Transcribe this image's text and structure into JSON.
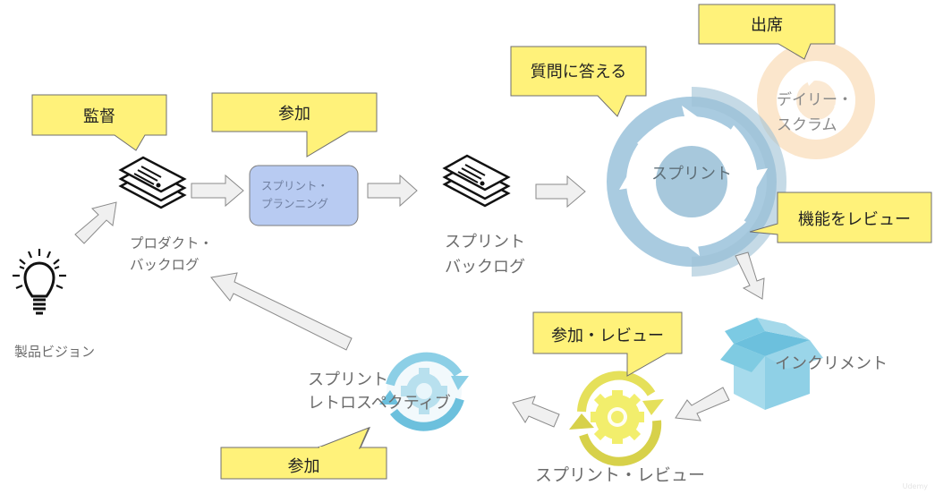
{
  "diagram": {
    "title": "Scrum process roles",
    "colors": {
      "bubble_fill": "#fff27a",
      "bubble_stroke": "#6f6f6f",
      "arrow_fill": "#f0f0f0",
      "arrow_stroke": "#8a8a8a",
      "sprint_cycle": "#a9cde0",
      "daily_scrum_cycle": "#fbe6cc",
      "planning_box": "#b8cbf2",
      "increment_box": "#7fcbe2",
      "review_gear": "#eeea66",
      "retro_gear": "#8ccfe6",
      "label_text": "#6b6b6b"
    },
    "nodes": {
      "product_vision": {
        "label": "製品ビジョン",
        "icon": "lightbulb-icon"
      },
      "product_backlog": {
        "label_line1": "プロダクト・",
        "label_line2": "バックログ",
        "icon": "document-stack-icon"
      },
      "sprint_planning": {
        "label_line1": "スプリント・",
        "label_line2": "プランニング"
      },
      "sprint_backlog": {
        "label_line1": "スプリント",
        "label_line2": "バックログ",
        "icon": "document-stack-icon"
      },
      "sprint": {
        "label": "スプリント",
        "icon": "cycle-arrows-icon"
      },
      "daily_scrum": {
        "label_line1": "デイリー・",
        "label_line2": "スクラム",
        "icon": "cycle-arrows-icon"
      },
      "increment": {
        "label": "インクリメント",
        "icon": "open-box-icon"
      },
      "sprint_review": {
        "label": "スプリント・レビュー",
        "icon": "gear-cycle-icon"
      },
      "sprint_retrospective": {
        "label_line1": "スプリント",
        "label_line2": "レトロスペクティブ",
        "icon": "gear-cycle-icon"
      }
    },
    "callouts": {
      "supervise": "監督",
      "join_planning": "参加",
      "answer_questions": "質問に答える",
      "attend": "出席",
      "review_features": "機能をレビュー",
      "join_review": "参加・レビュー",
      "join_retro": "参加"
    },
    "watermark": "Udemy"
  }
}
